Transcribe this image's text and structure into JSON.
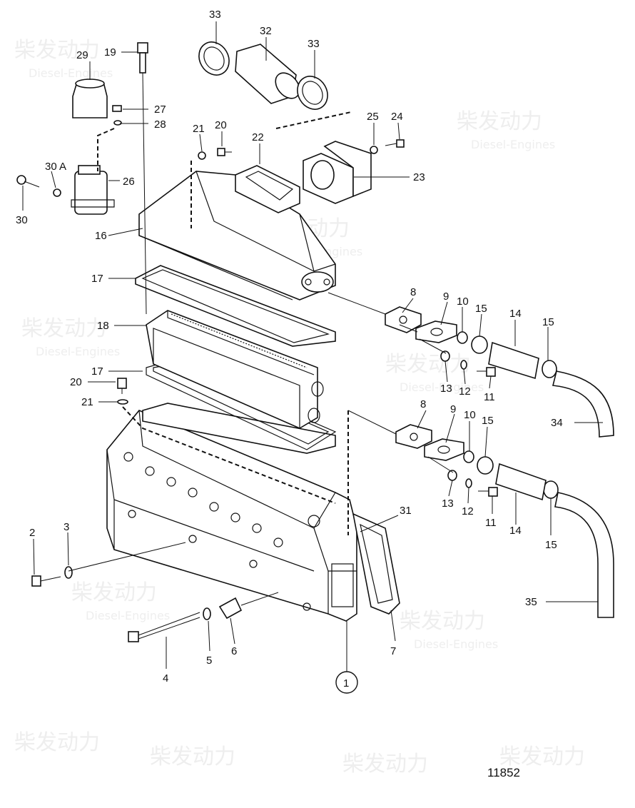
{
  "drawing_number": "11852",
  "callouts": {
    "c1": "1",
    "c2": "2",
    "c3": "3",
    "c4": "4",
    "c5": "5",
    "c6": "6",
    "c7": "7",
    "c8a": "8",
    "c8b": "8",
    "c9a": "9",
    "c9b": "9",
    "c10a": "10",
    "c10b": "10",
    "c11a": "11",
    "c11b": "11",
    "c12a": "12",
    "c12b": "12",
    "c13a": "13",
    "c13b": "13",
    "c14a": "14",
    "c14b": "14",
    "c15a": "15",
    "c15b": "15",
    "c15c": "15",
    "c15d": "15",
    "c16": "16",
    "c17a": "17",
    "c17b": "17",
    "c18": "18",
    "c19": "19",
    "c20a": "20",
    "c20b": "20",
    "c21a": "21",
    "c21b": "21",
    "c22": "22",
    "c23": "23",
    "c24": "24",
    "c25": "25",
    "c26": "26",
    "c27": "27",
    "c28": "28",
    "c29": "29",
    "c30": "30",
    "c30a": "30 A",
    "c31": "31",
    "c32": "32",
    "c33a": "33",
    "c33b": "33",
    "c34": "34",
    "c35": "35"
  },
  "watermark": {
    "brand_cn": "柴发动力",
    "brand_en": "Diesel-Engines"
  }
}
